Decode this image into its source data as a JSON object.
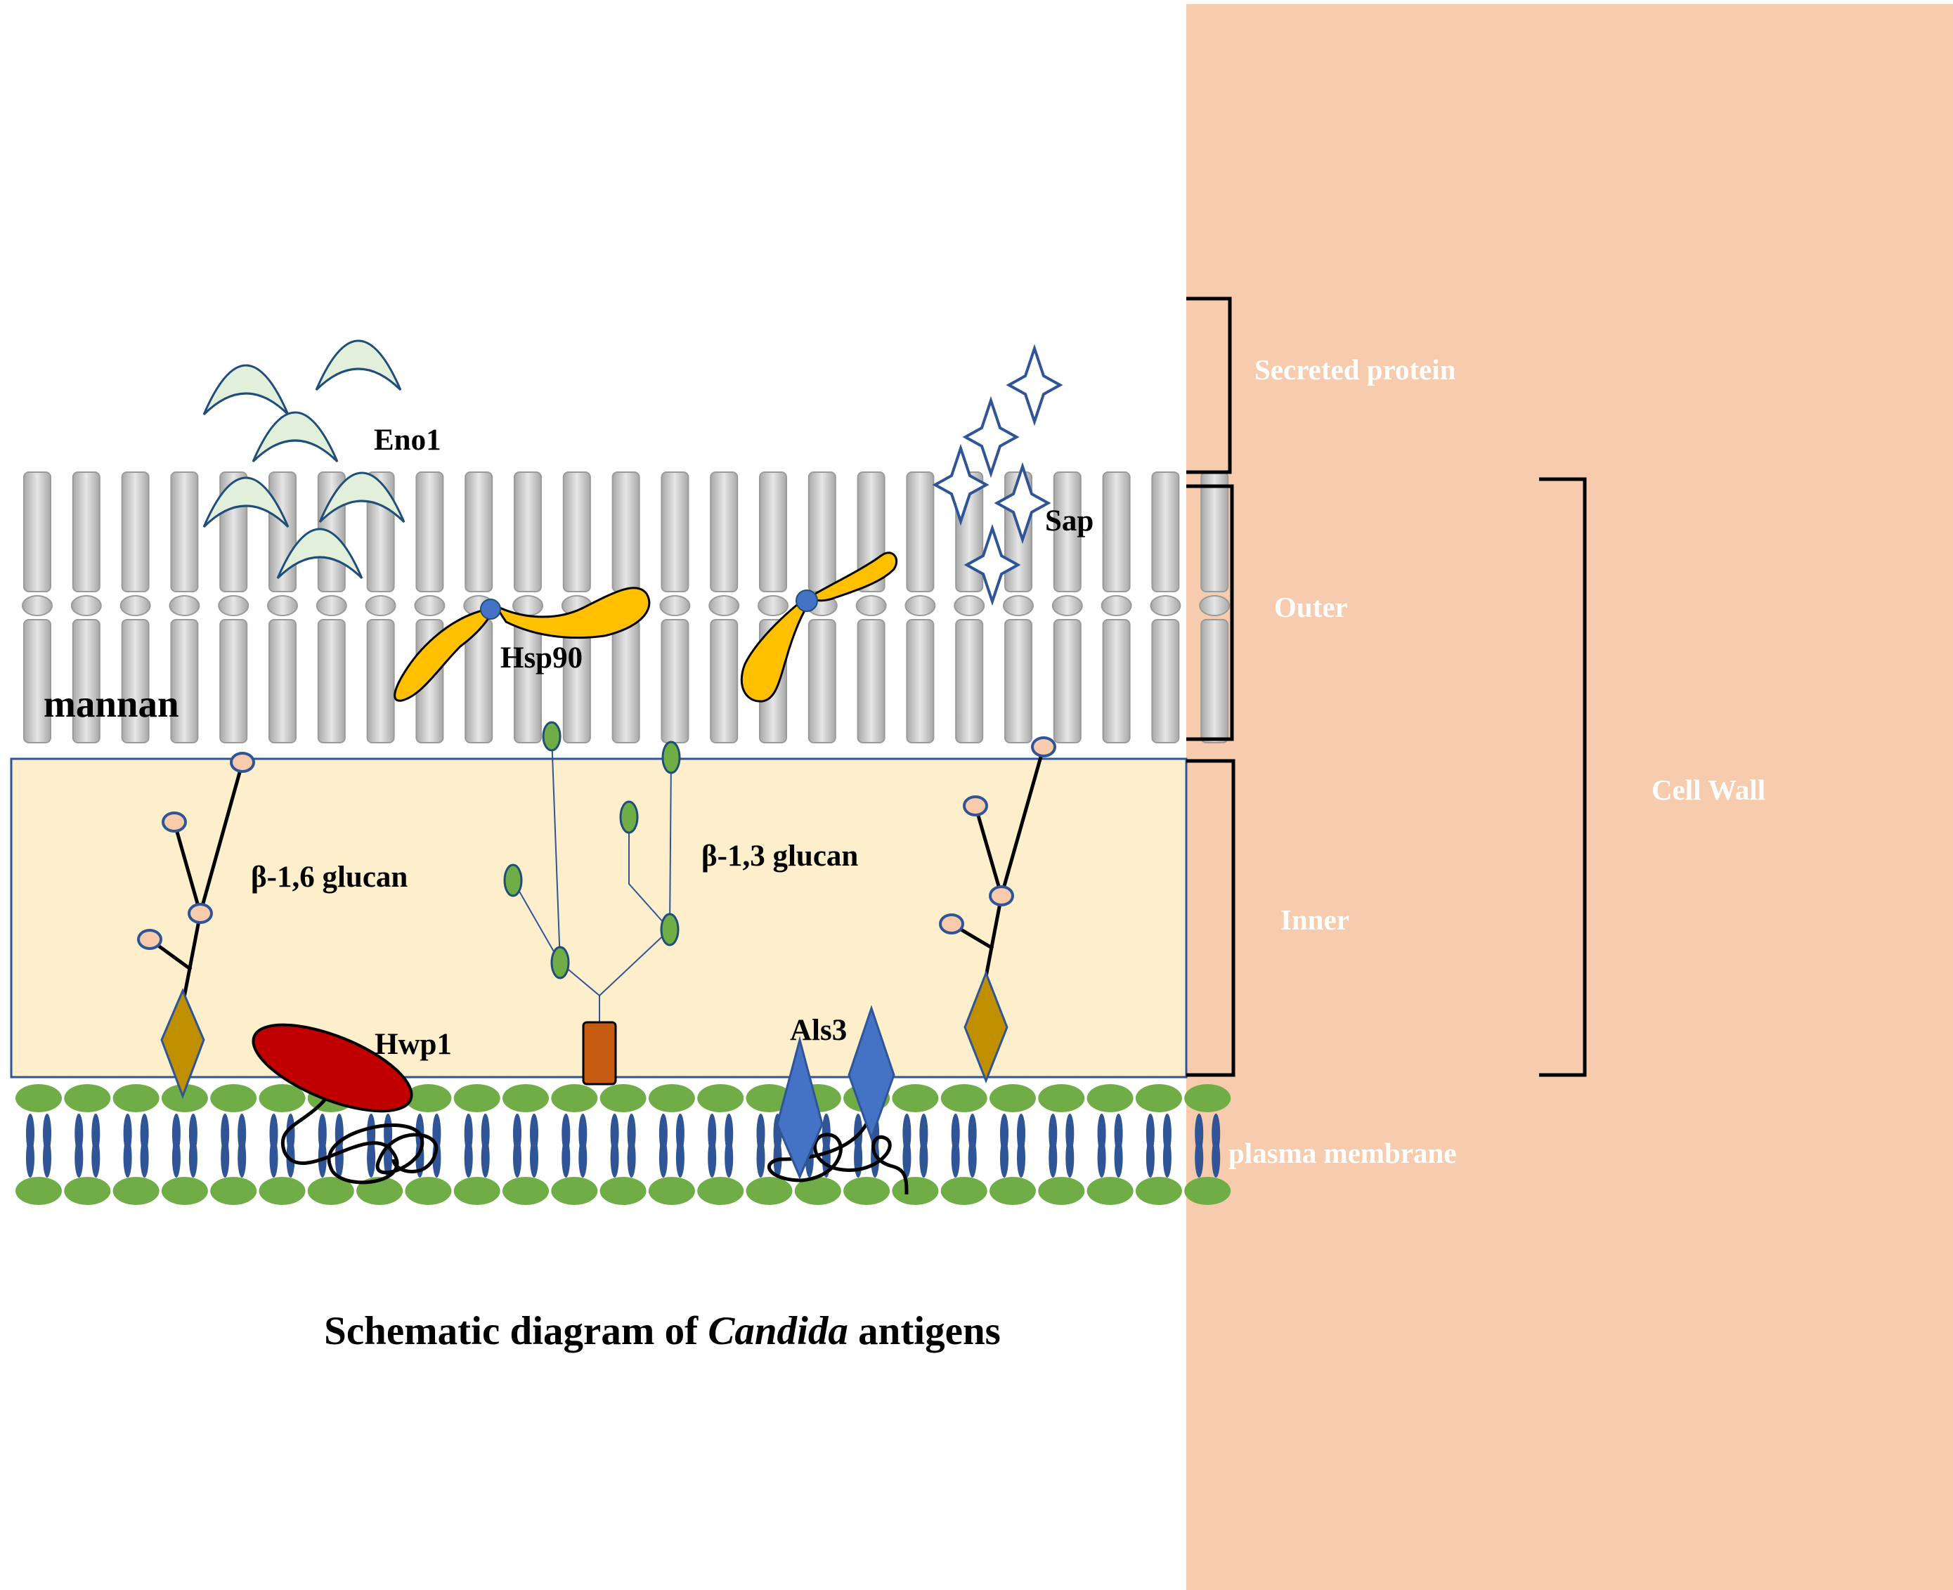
{
  "labels": {
    "eno1": "Eno1",
    "sap": "Sap",
    "hsp90": "Hsp90",
    "mannan": "mannan",
    "beta16": "β-1,6 glucan",
    "beta13": "β-1,3 glucan",
    "hwp1": "Hwp1",
    "als3": "Als3"
  },
  "regions": {
    "secreted": "Secreted protein",
    "outer": "Outer",
    "inner": "Inner",
    "cell_wall": "Cell Wall",
    "plasma_membrane": "plasma membrane"
  },
  "caption": {
    "before": "Schematic diagram of ",
    "italic": "Candida",
    "after": " antigens"
  },
  "colors": {
    "side_panel": "#f7cbad",
    "inner_wall": "#fdefcc",
    "inner_wall_border": "#2f5597",
    "mannan": "#cfcfcf",
    "eno1": "#e2efda",
    "eno1_outline": "#1f4e79",
    "sap_outline": "#2f5597",
    "hsp90": "#ffc000",
    "hsp90_joint": "#4472c4",
    "glucan_node": "#f8cbad",
    "beta13_node": "#70ad47",
    "anchor_diamond": "#bf8f00",
    "anchor_rect": "#c55a11",
    "hwp1": "#c00000",
    "als3": "#4472c4",
    "lipid_head": "#70ad47",
    "lipid_tail": "#2f5597"
  }
}
